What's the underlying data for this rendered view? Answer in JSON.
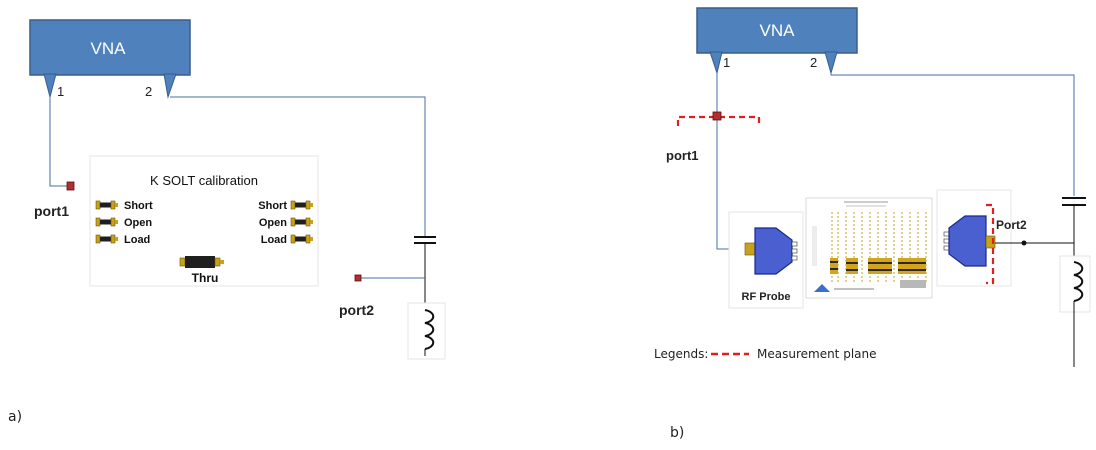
{
  "panel_a": {
    "vna_label": "VNA",
    "port_num_1": "1",
    "port_num_2": "2",
    "port1_label": "port1",
    "port2_label": "port2",
    "cal_title": "K SOLT calibration",
    "std_left": [
      "Short",
      "Open",
      "Load"
    ],
    "std_right": [
      "Short",
      "Open",
      "Load"
    ],
    "thru_label": "Thru",
    "caption": "a)"
  },
  "panel_b": {
    "vna_label": "VNA",
    "port_num_1": "1",
    "port_num_2": "2",
    "port1_label": "port1",
    "port2_label": "Port2",
    "probe_label": "RF Probe",
    "legend_prefix": "Legends:",
    "legend_item": "Measurement plane",
    "caption": "b)"
  },
  "colors": {
    "vna_fill": "#4f81bd",
    "vna_stroke": "#385d8a",
    "wire": "#4a6fa5",
    "measurement_plane": "#e02020",
    "connector_gold": "#c8a21a",
    "probe_fill": "#4a5fd0"
  }
}
